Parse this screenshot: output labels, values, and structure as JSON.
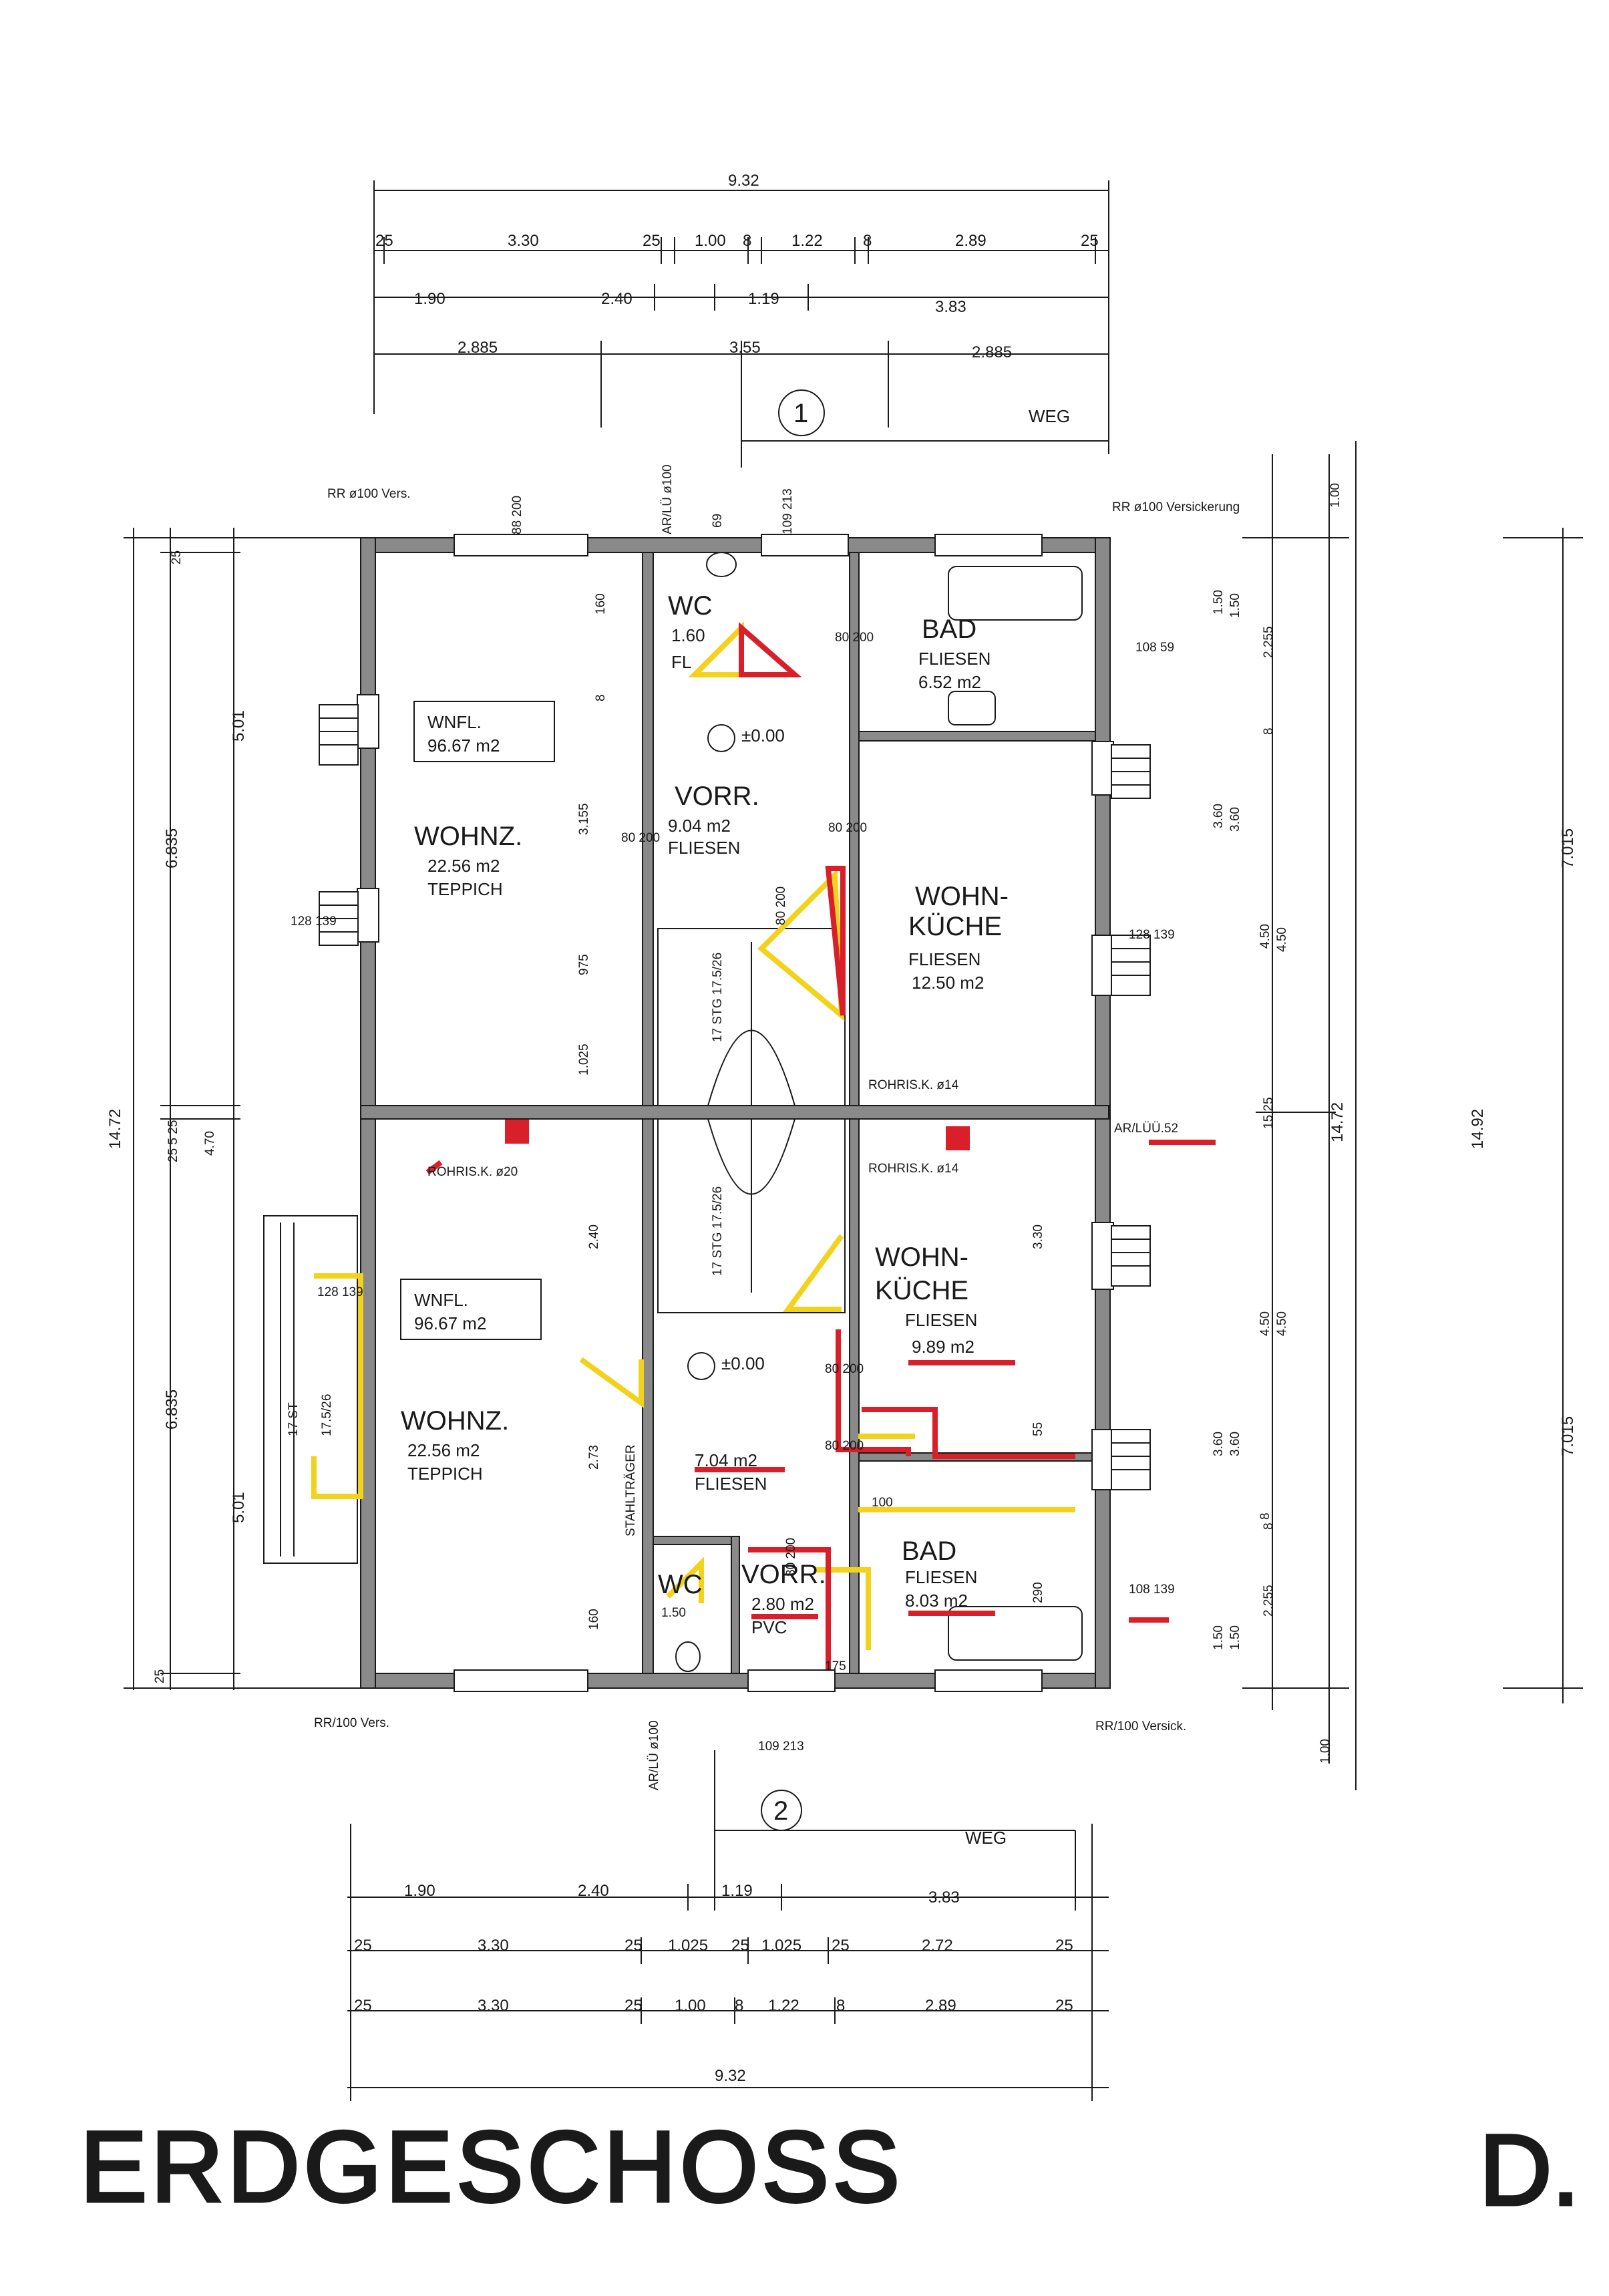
{
  "drawing": {
    "title": "ERDGESCHOSS",
    "sheet_letter": "D.",
    "axis_markers": [
      "1",
      "2"
    ],
    "path_label": "WEG",
    "top_dims": {
      "total": "9.32",
      "row1": [
        "25",
        "3.30",
        "25",
        "1.00",
        "8",
        "1.22",
        "8",
        "2.89",
        "25"
      ],
      "row2": [
        "1.90",
        "2.40",
        "1.19",
        "3.83"
      ],
      "row3": [
        "2.885",
        "3.55",
        "2.885"
      ]
    },
    "bottom_dims": {
      "total": "9.32",
      "row1": [
        "1.90",
        "2.40",
        "1.19",
        "3.83"
      ],
      "row2": [
        "25",
        "3.30",
        "25",
        "1.025",
        "25",
        "1.025",
        "25",
        "2.72",
        "25"
      ],
      "row3": [
        "25",
        "3.30",
        "25",
        "1.00",
        "8",
        "1.22",
        "8",
        "2.89",
        "25"
      ]
    },
    "left_dims": [
      "25",
      "5.01",
      "6.835",
      "14.72",
      "25 5 25",
      "4.70",
      "6.835",
      "5.01",
      "25"
    ],
    "right_dims": [
      "1.00",
      "1.50",
      "2.255",
      "8",
      "3.60",
      "4.50",
      "15 25",
      "14.72",
      "14.92",
      "7.015",
      "7.015",
      "4.50",
      "3.60",
      "8",
      "2.255",
      "1.50",
      "1.00"
    ],
    "notes": {
      "rr_top_left": "RR ø100 Vers.",
      "rr_top_right": "RR ø100 Versickerung",
      "rr_bottom_left": "RR/100 Vers.",
      "rr_bottom_right": "RR/100 Versick.",
      "ar_lueue_top": "AR/LÜ ø100",
      "ar_lueue_right": "AR/LÜÜ.52",
      "ar_lueue_bottom": "AR/LÜ ø100",
      "rohr_top": "ROHRIS.K. ø14",
      "rohr_mid_left": "ROHRIS.K. ø20",
      "rohr_mid_right": "ROHRIS.K. ø14",
      "stahltraeger": "STAHLTRÄGER",
      "level": "±0.00",
      "level2": "±0.00"
    },
    "upper_unit": {
      "wnfl_label": "WNFL.",
      "wnfl_value": "96.67 m2",
      "wohnz": "WOHNZ.",
      "wohnz_area": "22.56 m2",
      "wohnz_floor": "TEPPICH",
      "wc": "WC",
      "wc_area": "1.60",
      "wc_floor": "FL",
      "vorr": "VORR.",
      "vorr_area": "9.04 m2",
      "vorr_floor": "FLIESEN",
      "bad": "BAD",
      "bad_floor": "FLIESEN",
      "bad_area": "6.52 m2",
      "kueche1": "WOHN-",
      "kueche2": "KÜCHE",
      "kueche_floor": "FLIESEN",
      "kueche_area": "12.50 m2",
      "stair": "17 STG 17.5/26",
      "door_dims": [
        "80 200",
        "80 200",
        "80 200",
        "80 200",
        "88 200",
        "69",
        "109 213",
        "108 59",
        "128 139",
        "128 139"
      ],
      "inner_dims": [
        "160",
        "8",
        "3.155",
        "975",
        "1.025",
        "1.50",
        "3.60",
        "4.50"
      ]
    },
    "lower_unit": {
      "wnfl_label": "WNFL.",
      "wnfl_value": "96.67 m2",
      "wohnz": "WOHNZ.",
      "wohnz_area": "22.56 m2",
      "wohnz_floor": "TEPPICH",
      "wc": "WC",
      "wc_area": "1.50",
      "vorr": "VORR.",
      "vorr_area": "2.80 m2",
      "vorr_floor": "PVC",
      "vorr_area2": "7.04 m2",
      "vorr_floor2": "FLIESEN",
      "bad": "BAD",
      "bad_floor": "FLIESEN",
      "bad_area": "8.03 m2",
      "kueche1": "WOHN-",
      "kueche2": "KÜCHE",
      "kueche_floor": "FLIESEN",
      "kueche_area": "9.89 m2",
      "stair": "17 STG 17.5/26",
      "door_dims": [
        "128 139",
        "80 200",
        "80 200",
        "80 200",
        "108 139",
        "109 213",
        "100",
        "175",
        "55"
      ],
      "inner_dims": [
        "2.40",
        "2.73",
        "160",
        "3.30",
        "290",
        "1.50",
        "4.50",
        "3.60",
        "8"
      ],
      "terrace_dims": [
        "17 ST",
        "17.5/26"
      ]
    },
    "colors": {
      "wall": "#8a8a8a",
      "line": "#1a1a1a",
      "red": "#d81f2a",
      "yellow": "#f2d21a"
    }
  }
}
